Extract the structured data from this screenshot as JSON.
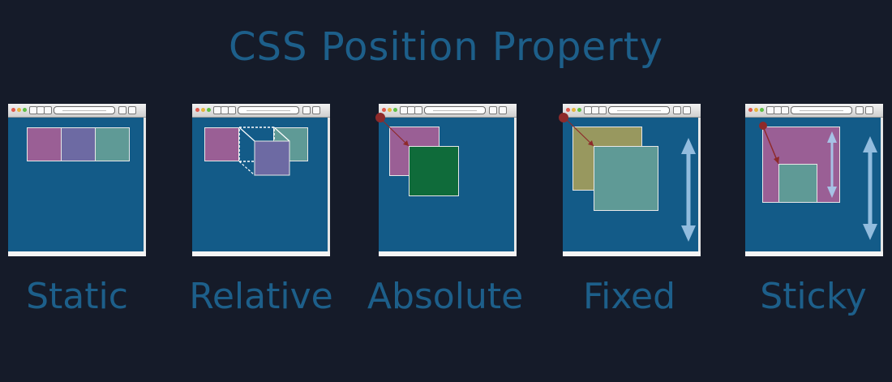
{
  "title": "CSS Position  Property",
  "labels": {
    "static": "Static",
    "relative": "Relative",
    "absolute": "Absolute",
    "fixed": "Fixed",
    "sticky": "Sticky"
  },
  "colors": {
    "background": "#151b29",
    "text": "#1d5f8a",
    "viewport": "#135b88",
    "box_magenta": "#9a5f95",
    "box_purple": "#6d6aa3",
    "box_teal": "#5f9a96",
    "box_green": "#0f6b3a",
    "box_olive": "#98985f",
    "marker": "#8e2a2a",
    "arrow_light": "#a9cdee"
  }
}
